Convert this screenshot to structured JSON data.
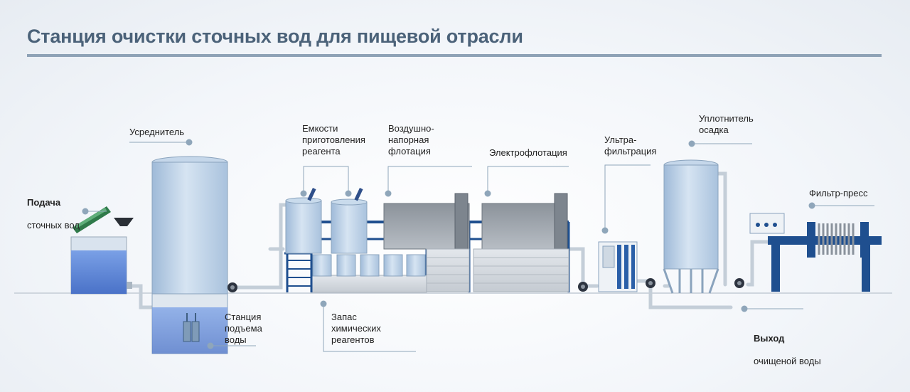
{
  "title": "Станция очистки сточных вод для пищевой отрасли",
  "labels": {
    "feed_title": "Подача",
    "feed_sub": "сточных вод",
    "equalizer": "Усреднитель",
    "lift_station": "Станция\nподъема\nводы",
    "reagent_tanks": "Емкости\nприготовления\nреагента",
    "daf": "Воздушно-\nнапорная\nфлотация",
    "electroflotation": "Электрофлотация",
    "chemical_stock": "Запас\nхимических\nреагентов",
    "ultrafiltration": "Ультра-\nфильтрация",
    "sludge_thickener": "Уплотнитель\nосадка",
    "filter_press": "Фильтр-пресс",
    "outlet_title": "Выход",
    "outlet_sub": "очищеной воды"
  },
  "colors": {
    "title": "#4b6279",
    "steel_blue": "#1f4f8f",
    "tank_fill": "#b9cfe6",
    "water": "#5d86d6",
    "pipe": "#c9d3dc",
    "callout": "#8fa6ba"
  }
}
